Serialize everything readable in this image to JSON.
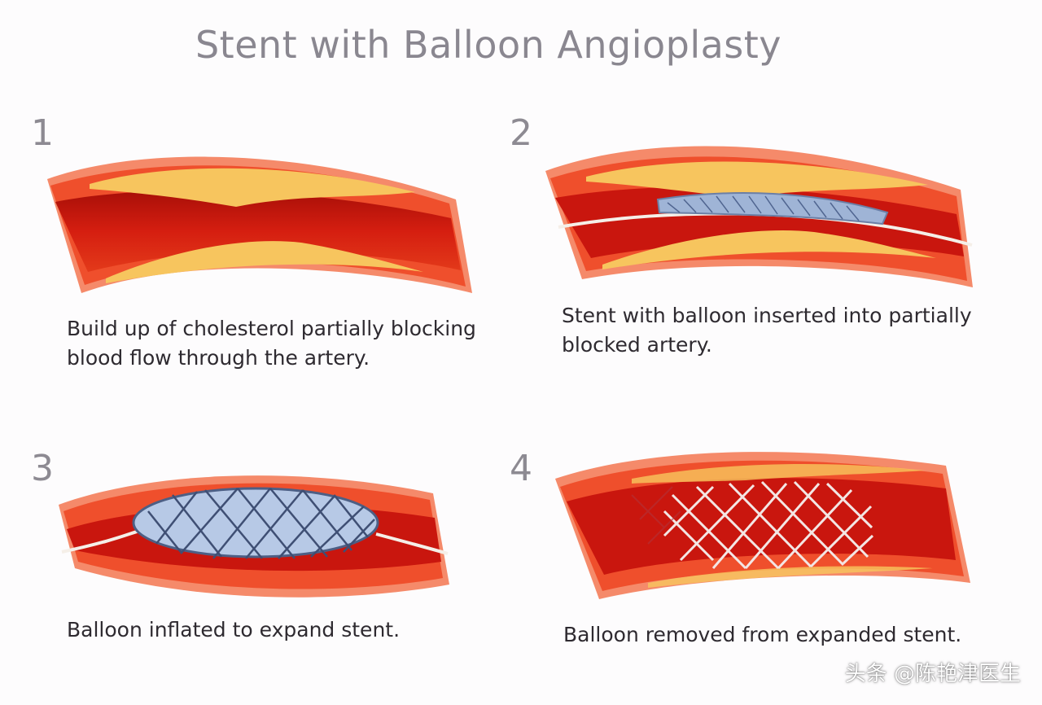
{
  "title": "Stent with Balloon Angioplasty",
  "steps": [
    {
      "number": "1",
      "caption_line1": "Build up of cholesterol partially blocking",
      "caption_line2": "blood flow through the artery."
    },
    {
      "number": "2",
      "caption_line1": "Stent with balloon inserted into partially",
      "caption_line2": "blocked artery."
    },
    {
      "number": "3",
      "caption_line1": "Balloon inflated to expand stent.",
      "caption_line2": ""
    },
    {
      "number": "4",
      "caption_line1": "Balloon removed from expanded stent.",
      "caption_line2": ""
    }
  ],
  "watermark": "头条 @陈艳津医生",
  "colors": {
    "vessel_outer": "#f07a5a",
    "vessel_wall": "#e83a1e",
    "lumen": "#c9160e",
    "plaque": "#f7c35a",
    "stent": "#9fb4d6",
    "guide_wire": "#f5efe8"
  }
}
